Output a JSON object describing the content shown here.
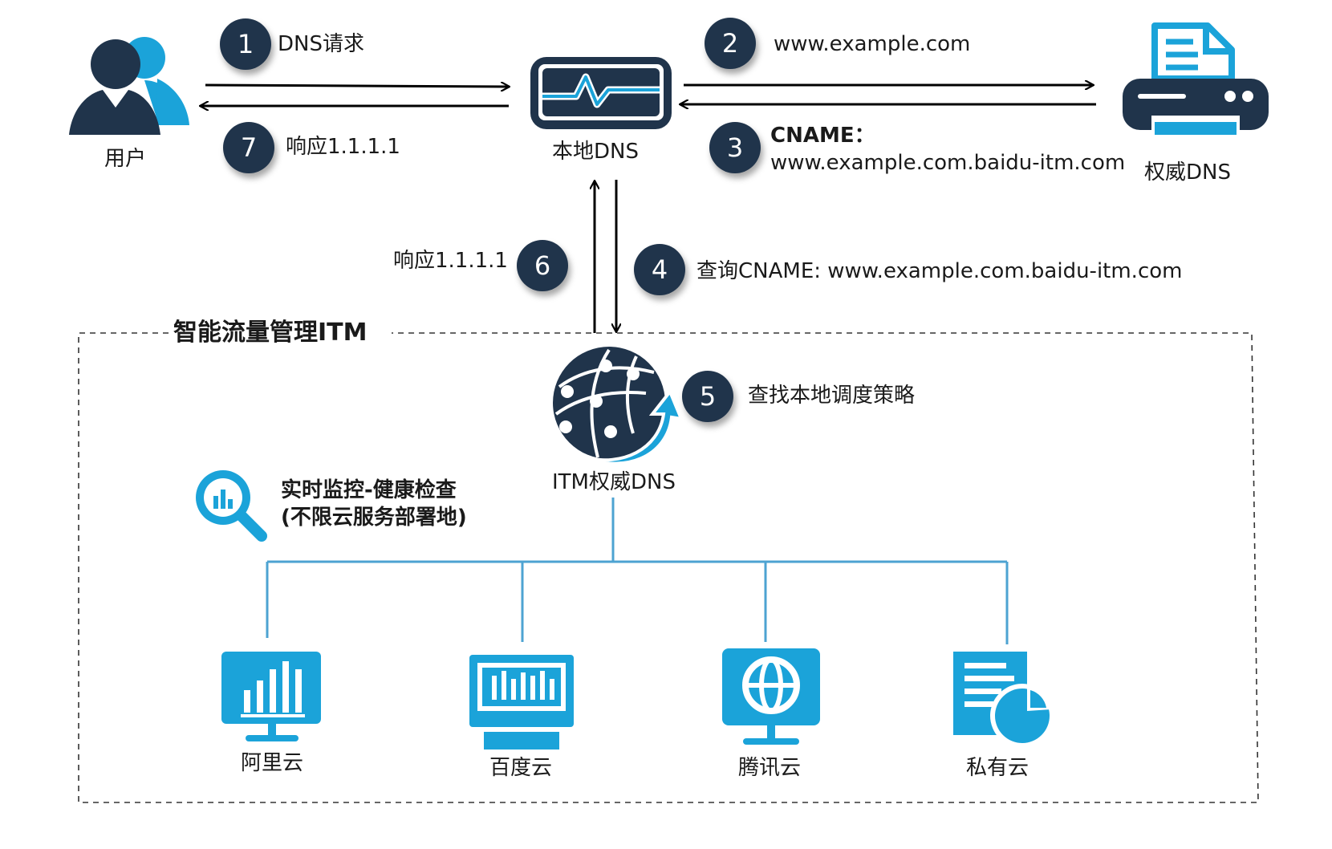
{
  "nodes": {
    "user": "用户",
    "local_dns": "本地DNS",
    "authoritative_dns": "权威DNS",
    "itm_dns": "ITM权威DNS"
  },
  "steps": [
    {
      "number": "1",
      "label": "DNS请求"
    },
    {
      "number": "2",
      "label": "www.example.com"
    },
    {
      "number": "3",
      "label": "CNAME：",
      "detail": "www.example.com.baidu-itm.com"
    },
    {
      "number": "4",
      "label": "查询CNAME: www.example.com.baidu-itm.com"
    },
    {
      "number": "5",
      "label": "查找本地调度策略"
    },
    {
      "number": "6",
      "label": "响应1.1.1.1"
    },
    {
      "number": "7",
      "label": "响应1.1.1.1"
    }
  ],
  "itm_box": {
    "title": "智能流量管理ITM"
  },
  "monitoring": {
    "line1": "实时监控-健康检查",
    "line2": "(不限云服务部署地)"
  },
  "clouds": [
    "阿里云",
    "百度云",
    "腾讯云",
    "私有云"
  ],
  "colors": {
    "navy": "#20344b",
    "accent": "#1ba3d9",
    "line": "#4da3d2",
    "text": "#1a1a1a"
  },
  "icons": {
    "user": "user-group-icon",
    "local_dns": "dns-monitor-icon",
    "authoritative_dns": "printer-document-icon",
    "itm_dns": "globe-network-icon",
    "monitoring": "magnifier-chart-icon",
    "clouds": [
      "bar-chart-monitor-icon",
      "barcode-monitor-icon",
      "globe-monitor-icon",
      "document-pie-icon"
    ]
  }
}
